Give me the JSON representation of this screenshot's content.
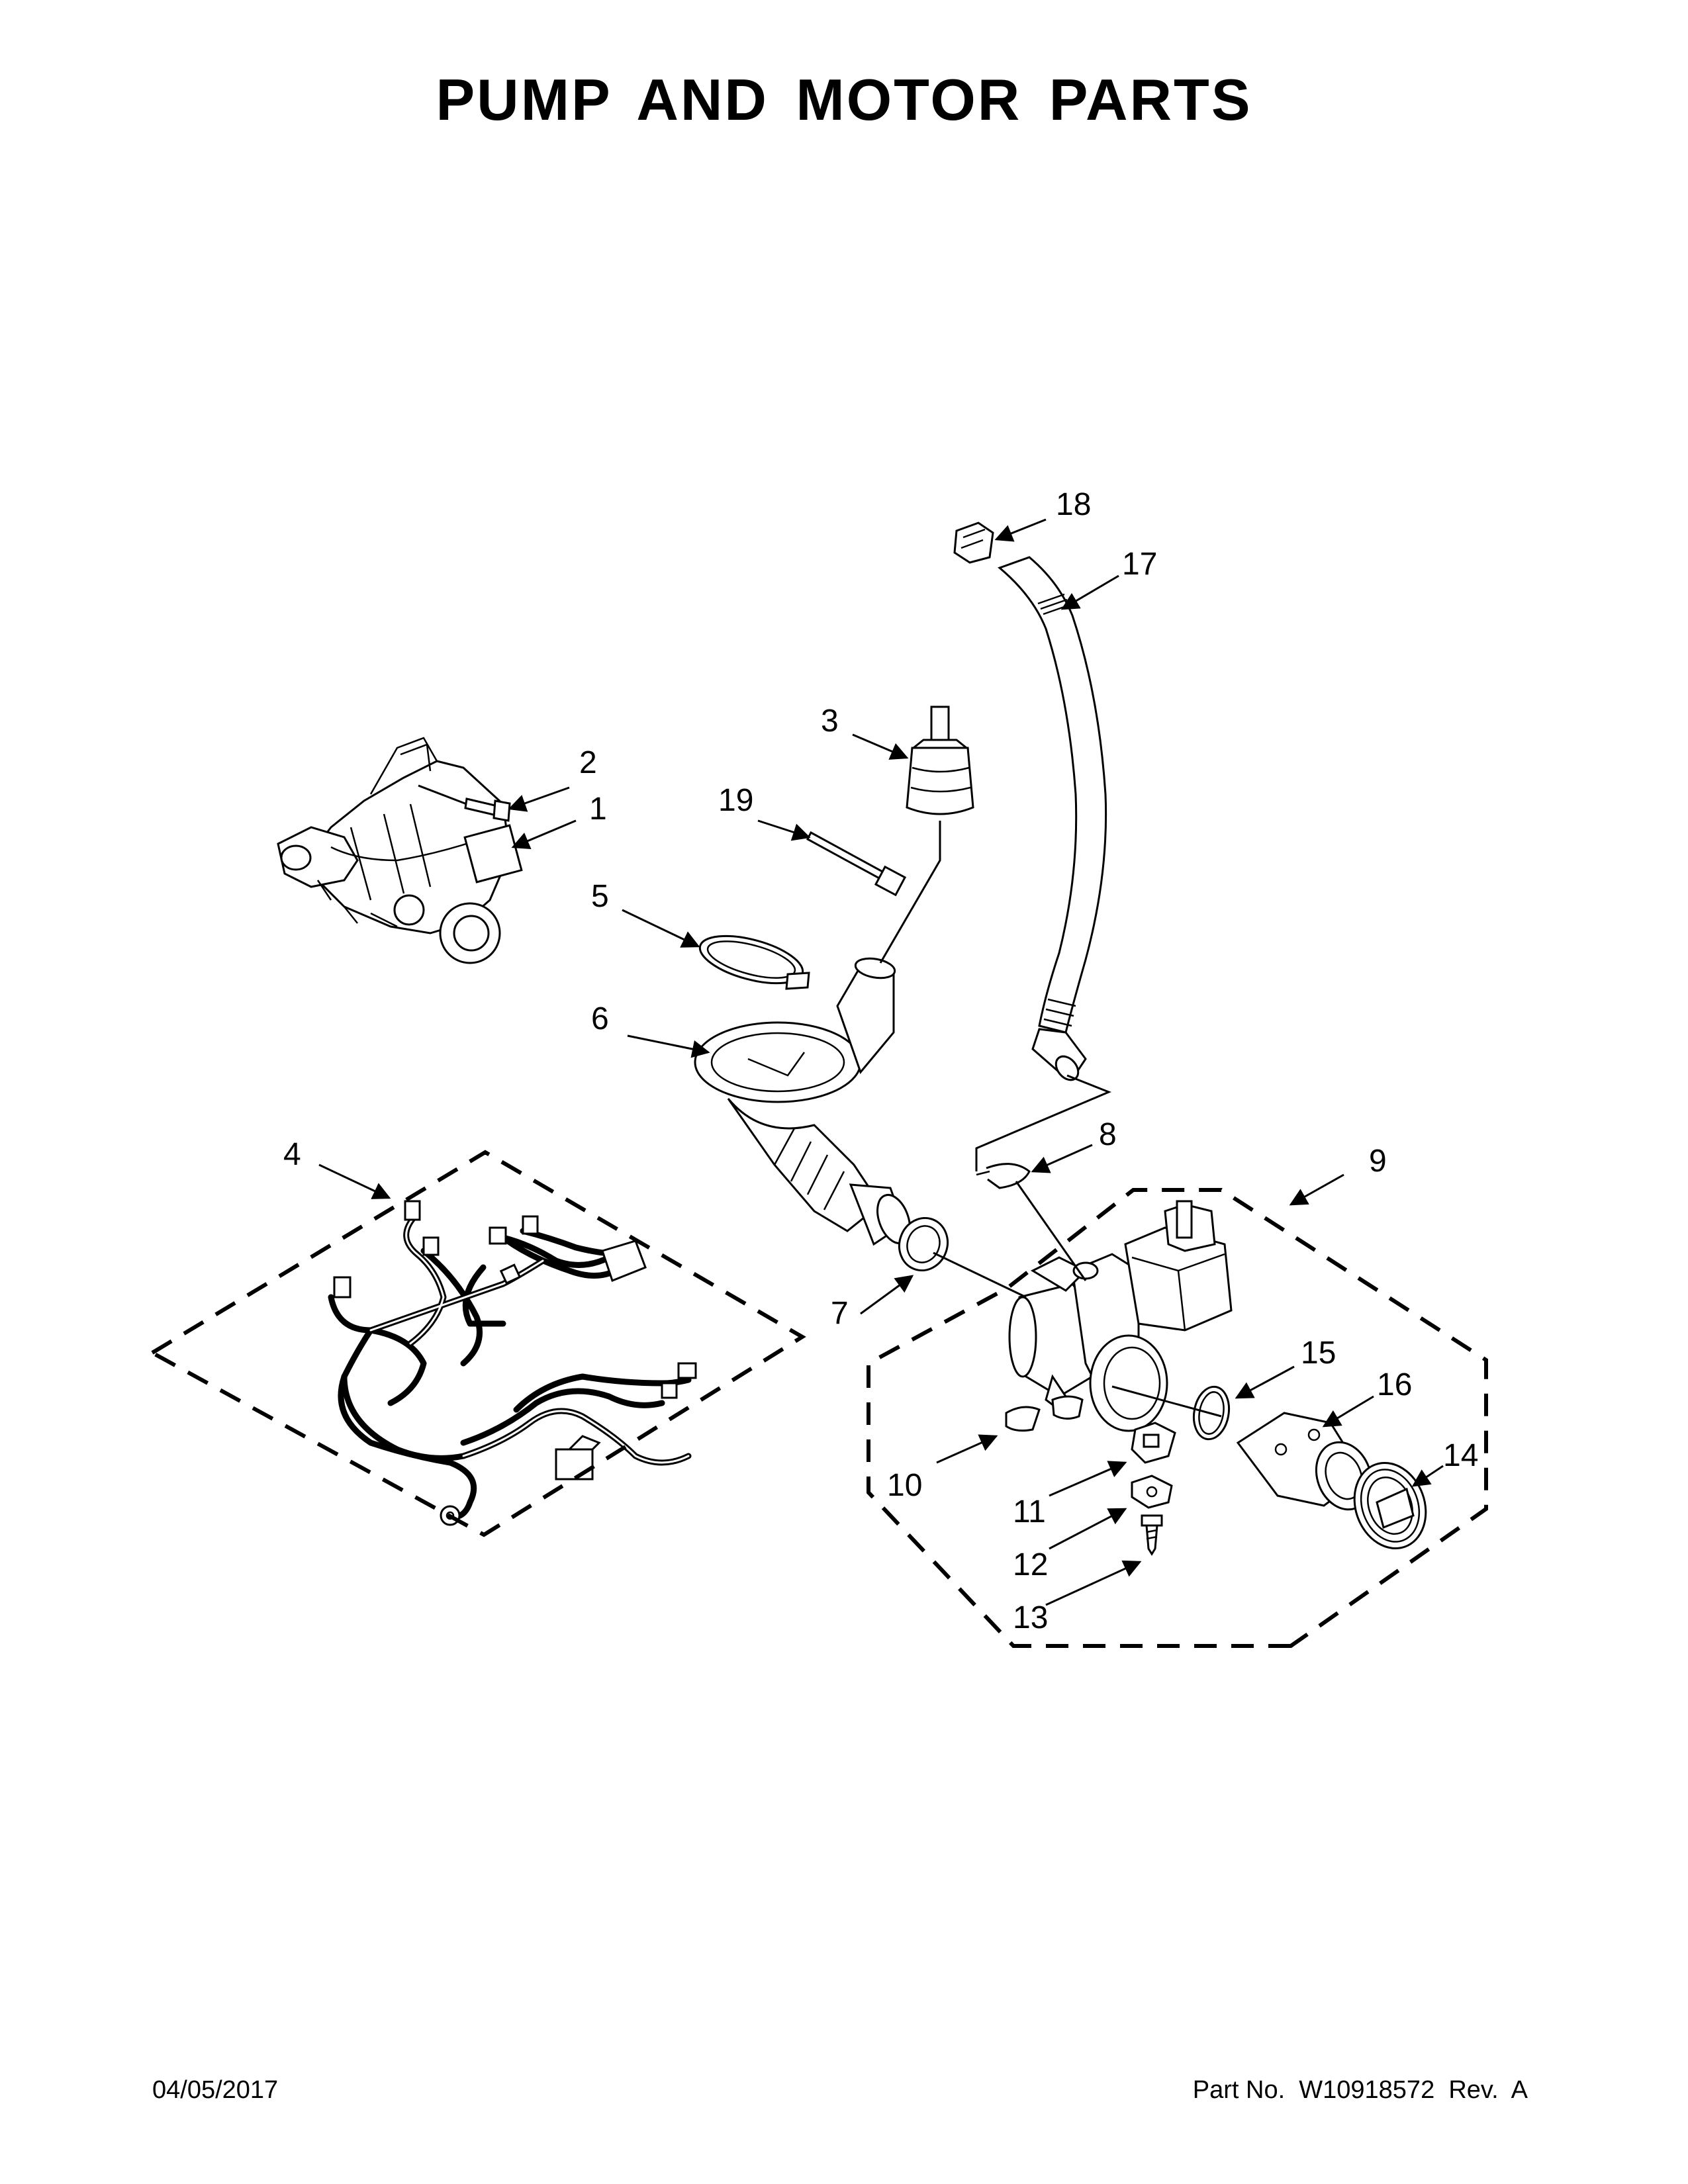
{
  "title": "PUMP AND MOTOR PARTS",
  "footer": {
    "date": "04/05/2017",
    "part_number": "Part No.  W10918572  Rev.  A"
  },
  "callouts": [
    "1",
    "2",
    "3",
    "4",
    "5",
    "6",
    "7",
    "8",
    "9",
    "10",
    "11",
    "12",
    "13",
    "14",
    "15",
    "16",
    "17",
    "18",
    "19"
  ]
}
